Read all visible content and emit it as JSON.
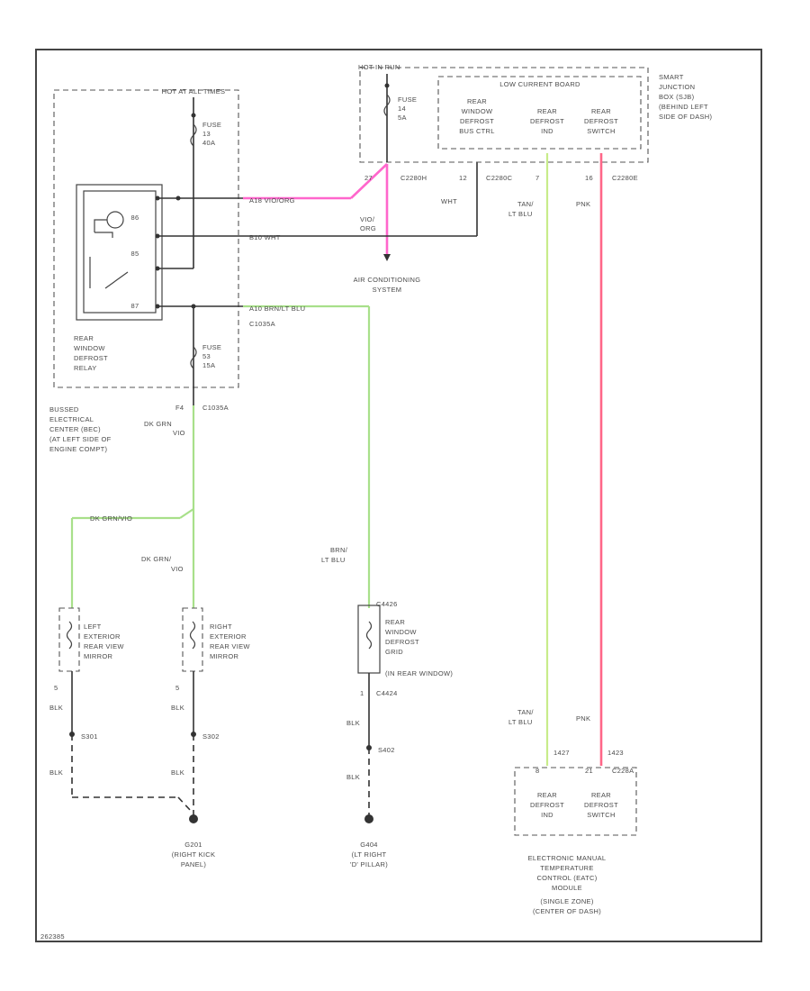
{
  "colors": {
    "pink_wire": "#ff66cc",
    "green_wire": "#a8e08a",
    "red_wire": "#ff6688",
    "lime_wire": "#c8ec8a",
    "line": "#333333"
  },
  "labels": {
    "hot_all": "HOT AT ALL TIMES",
    "hot_run": "HOT IN RUN",
    "fuse_top_left": [
      "FUSE",
      "13",
      "40A"
    ],
    "fuse_top_mid": [
      "FUSE",
      "14",
      "5A"
    ],
    "fuse_lower_left": [
      "FUSE",
      "53",
      "15A"
    ],
    "relay_pins": [
      "86",
      "85",
      "87"
    ],
    "relay": [
      "REAR",
      "WINDOW",
      "DEFROST",
      "RELAY"
    ],
    "bec": [
      "BUSSED",
      "ELECTRICAL",
      "CENTER (BEC)",
      "(AT LEFT SIDE OF",
      "ENGINE COMPT)"
    ],
    "sjb_title": "LOW CURRENT BOARD",
    "sjb_cols": [
      [
        "REAR",
        "WINDOW",
        "DEFROST",
        "BUS CTRL"
      ],
      [
        "REAR",
        "DEFROST",
        "IND"
      ],
      [
        "REAR",
        "DEFROST",
        "SWITCH"
      ]
    ],
    "sjb_side": [
      "SMART",
      "JUNCTION",
      "BOX (SJB)",
      "(BEHIND LEFT",
      "SIDE OF DASH)"
    ],
    "pin_sjb_a": "27",
    "conn_c2280h": "C2280H",
    "pin_12": "12",
    "conn_c2280c": "C2280C",
    "pin_7": "7",
    "pin_16": "16",
    "conn_c2280e": "C2280E",
    "wire_upper_pink": "A18  VIO/ORG",
    "wire_upper_wht": "B10  WHT",
    "wht": "WHT",
    "vio_org": [
      "VIO/",
      "ORG"
    ],
    "ac": [
      "AIR CONDITIONING",
      "SYSTEM"
    ],
    "wire_relay_out": "A10  BRN/LT BLU",
    "conn_c1035a": "C1035A",
    "pin_f4": "F4",
    "conn_c1035a_b": "C1035A",
    "wire_dk_grn": "DK GRN",
    "vio": "VIO",
    "wire_splice": "DK GRN/VIO",
    "wire_dk_grn_vio": [
      "DK GRN/",
      "VIO"
    ],
    "tan_lt_blu": [
      "TAN/",
      "LT BLU"
    ],
    "pnk": "PNK",
    "brn_lt_blu": [
      "BRN/",
      "LT BLU"
    ],
    "left_mirror": [
      "LEFT",
      "EXTERIOR",
      "REAR VIEW",
      "MIRROR"
    ],
    "right_mirror": [
      "RIGHT",
      "EXTERIOR",
      "REAR VIEW",
      "MIRROR"
    ],
    "grid": [
      "REAR",
      "WINDOW",
      "DEFROST",
      "GRID",
      "(IN REAR WINDOW)"
    ],
    "conn_c4426": "C4426",
    "pin_1": "1",
    "conn_c4424": "C4424",
    "pin_5a": "5",
    "pin_5b": "5",
    "blk": "BLK",
    "s301": "S301",
    "s302": "S302",
    "s402": "S402",
    "g201": [
      "G201",
      "(RIGHT KICK",
      "PANEL)"
    ],
    "g404": [
      "G404",
      "(LT RIGHT",
      "'D' PILLAR)"
    ],
    "tan_lt_blu_lower": [
      "TAN/",
      "LT BLU"
    ],
    "pnk_lower": "PNK",
    "wire_n1427": "1427",
    "wire_n1423": "1423",
    "pin_8": "8",
    "pin_21": "21",
    "conn_c228a": "C228A",
    "eatc_cols": [
      [
        "REAR",
        "DEFROST",
        "IND"
      ],
      [
        "REAR",
        "DEFROST",
        "SWITCH"
      ]
    ],
    "eatc": [
      "ELECTRONIC MANUAL",
      "TEMPERATURE",
      "CONTROL (EATC)",
      "MODULE",
      "(SINGLE ZONE)",
      "(CENTER OF DASH)"
    ],
    "diagram_id": "262385"
  }
}
